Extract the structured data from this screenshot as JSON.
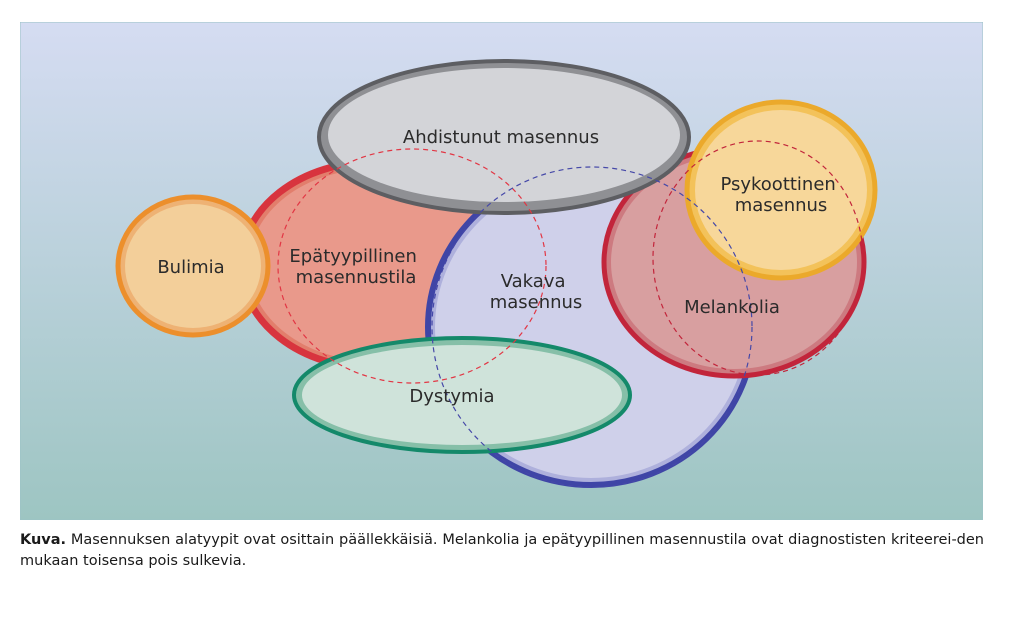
{
  "labels": {
    "ahdistunut": "Ahdistunut masennus",
    "psykoottinen": [
      "Psykoottinen",
      "masennus"
    ],
    "bulimia": "Bulimia",
    "epatyypillinen": [
      "Epätyypillinen",
      "masennustila"
    ],
    "vakava": [
      "Vakava",
      "masennus"
    ],
    "melankolia": "Melankolia",
    "dystymia": "Dystymia"
  },
  "caption": {
    "lead": "Kuva.",
    "text": "Masennuksen alatyypit ovat osittain päällekkäisiä. Melankolia ja epätyypillinen masennustila ovat diagnostisten kriteerei-den mukaan toisensa pois sulkevia."
  },
  "colors": {
    "background_top": "#d4dcf0",
    "background_bottom": "#9fc6c4",
    "ahdistunut": "#d4d5d8",
    "psykoottinen": "#f6d69a",
    "bulimia": "#f3cf9a",
    "epatyypillinen": "#e8998a",
    "vakava": "#cfd0ea",
    "melankolia": "#d99fa0",
    "dystymia": "#cfe3da"
  }
}
